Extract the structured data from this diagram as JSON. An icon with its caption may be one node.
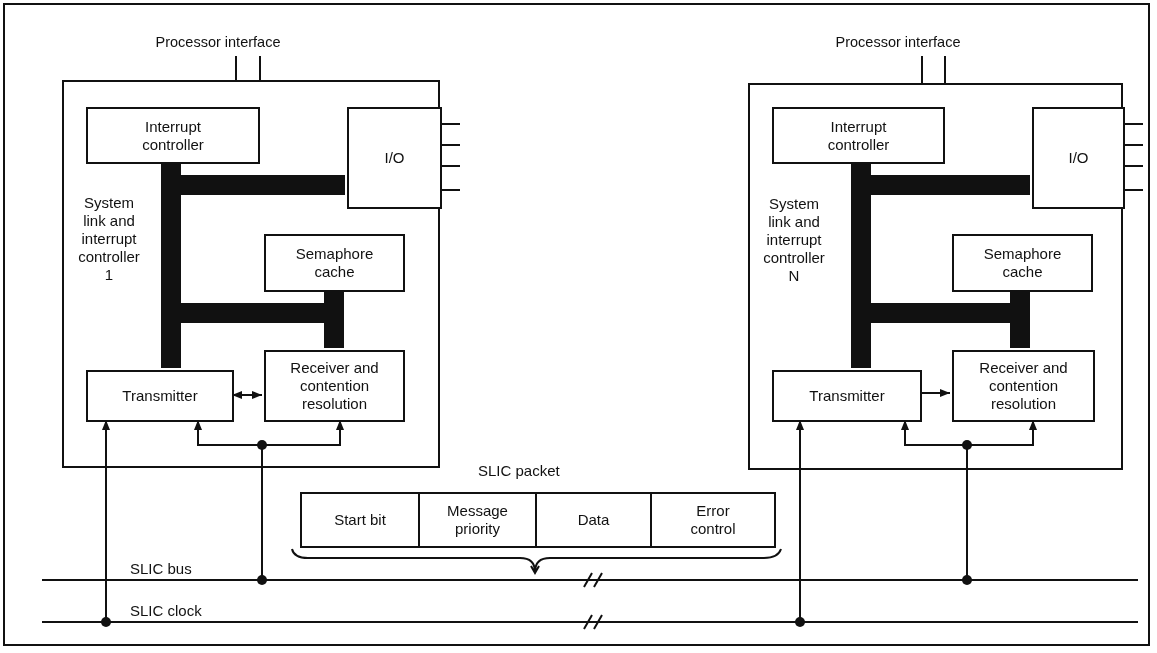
{
  "diagram": {
    "nodes": [
      {
        "text": [
          "Processor interface"
        ]
      },
      {
        "text": [
          "System link and interrupt controller 1"
        ]
      },
      {
        "text": [
          "Interrupt controller"
        ],
        "in": 1
      },
      {
        "text": [
          "I/O"
        ],
        "in": 1
      },
      {
        "text": [
          "Semaphore cache"
        ],
        "in": 1
      },
      {
        "text": [
          "Transmitter"
        ],
        "in": 1
      },
      {
        "text": [
          "Receiver and contention resolution"
        ],
        "in": 1
      },
      {
        "text": [
          "Processor interface"
        ]
      },
      {
        "text": [
          "System link and interrupt controller N"
        ]
      },
      {
        "text": [
          "Interrupt controller"
        ],
        "in": 8
      },
      {
        "text": [
          "I/O"
        ],
        "in": 8
      },
      {
        "text": [
          "Semaphore cache"
        ],
        "in": 8
      },
      {
        "text": [
          "Transmitter"
        ],
        "in": 8
      },
      {
        "text": [
          "Receiver and contention resolution"
        ],
        "in": 8
      },
      {
        "text": [
          "SLIC packet"
        ]
      },
      {
        "text": [
          "Start bit"
        ],
        "in": 14
      },
      {
        "text": [
          "Message priority"
        ],
        "in": 14
      },
      {
        "text": [
          "Data"
        ],
        "in": 14
      },
      {
        "text": [
          "Error control"
        ],
        "in": 14
      },
      {
        "text": [],
        "shape": "bar"
      },
      {
        "text": [],
        "shape": "bar"
      }
    ],
    "labels": [
      "SLIC bus",
      "SLIC clock"
    ],
    "edges": [
      {
        "from": 0,
        "to": 1,
        "arrow": "none"
      },
      {
        "from": 0,
        "to": 1,
        "arrow": "none"
      },
      {
        "from": 7,
        "to": 8,
        "arrow": "none"
      },
      {
        "from": 7,
        "to": 8,
        "arrow": "none"
      },
      {
        "from": 2,
        "to": 5,
        "arrow": "none",
        "style": "thick"
      },
      {
        "from": 2,
        "to": 3,
        "arrow": "none",
        "style": "thick"
      },
      {
        "from": 2,
        "to": 4,
        "arrow": "none",
        "style": "thick"
      },
      {
        "from": 4,
        "to": 6,
        "arrow": "none",
        "style": "thick"
      },
      {
        "from": 9,
        "to": 12,
        "arrow": "none",
        "style": "thick"
      },
      {
        "from": 9,
        "to": 10,
        "arrow": "none",
        "style": "thick"
      },
      {
        "from": 9,
        "to": 11,
        "arrow": "none",
        "style": "thick"
      },
      {
        "from": 11,
        "to": 13,
        "arrow": "none",
        "style": "thick"
      },
      {
        "from": 5,
        "to": 6,
        "arrow": "both"
      },
      {
        "from": 12,
        "to": 13,
        "arrow": "to"
      },
      {
        "from": 19,
        "to": 5,
        "arrow": "to"
      },
      {
        "from": 19,
        "to": 6,
        "arrow": "to"
      },
      {
        "from": 20,
        "to": 5,
        "arrow": "to"
      },
      {
        "from": 19,
        "to": 12,
        "arrow": "to"
      },
      {
        "from": 19,
        "to": 13,
        "arrow": "to"
      },
      {
        "from": 20,
        "to": 12,
        "arrow": "to"
      },
      {
        "from": 3,
        "to": null,
        "arrow": "none"
      },
      {
        "from": 3,
        "to": null,
        "arrow": "none"
      },
      {
        "from": 3,
        "to": null,
        "arrow": "none"
      },
      {
        "from": 3,
        "to": null,
        "arrow": "none"
      },
      {
        "from": 10,
        "to": null,
        "arrow": "none"
      },
      {
        "from": 10,
        "to": null,
        "arrow": "none"
      },
      {
        "from": 10,
        "to": null,
        "arrow": "none"
      },
      {
        "from": 10,
        "to": null,
        "arrow": "none"
      }
    ]
  }
}
